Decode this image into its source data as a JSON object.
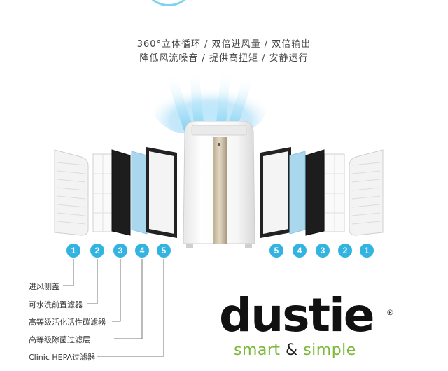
{
  "header": {
    "line1": "360°立体循环 / 双倍进风量 / 双倍输出",
    "line2": "降低风流噪音 / 提供高扭矩 / 安静运行"
  },
  "left_numbers": [
    "1",
    "2",
    "3",
    "4",
    "5"
  ],
  "right_numbers": [
    "5",
    "4",
    "3",
    "2",
    "1"
  ],
  "labels": [
    "进风侧盖",
    "可水洗前置滤器",
    "高等级活化活性碳滤器",
    "高等级除菌过滤层",
    "Clinic HEPA过滤器"
  ],
  "brand": {
    "name": "dustie",
    "registered": "®",
    "tagline_a": "smart",
    "tagline_amp": "&",
    "tagline_b": "simple",
    "color": "#7cb83a"
  },
  "colors": {
    "badge": "#33b4e0",
    "airflow": "#7fd3f0"
  }
}
